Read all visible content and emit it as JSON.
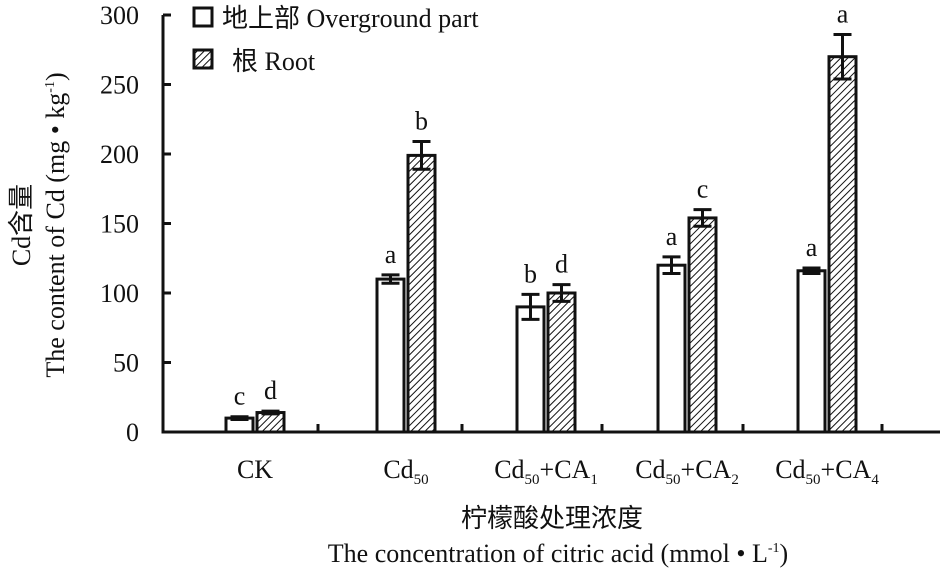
{
  "chart_data": {
    "type": "bar",
    "title": "",
    "categories": [
      {
        "base": "CK",
        "sub": "",
        "suffix": "",
        "suffix_sub": ""
      },
      {
        "base": "Cd",
        "sub": "50",
        "suffix": "",
        "suffix_sub": ""
      },
      {
        "base": "Cd",
        "sub": "50",
        "suffix": "+CA",
        "suffix_sub": "1"
      },
      {
        "base": "Cd",
        "sub": "50",
        "suffix": "+CA",
        "suffix_sub": "2"
      },
      {
        "base": "Cd",
        "sub": "50",
        "suffix": "+CA",
        "suffix_sub": "4"
      }
    ],
    "series": [
      {
        "name": "地上部 Overground part",
        "pattern": "open",
        "values": [
          10,
          110,
          90,
          120,
          116
        ],
        "errors": [
          1,
          3,
          9,
          6,
          2
        ],
        "letters": [
          "c",
          "a",
          "b",
          "a",
          "a"
        ]
      },
      {
        "name": "根 Root",
        "pattern": "hatched",
        "values": [
          14,
          199,
          100,
          154,
          270
        ],
        "errors": [
          1,
          10,
          6,
          6,
          16
        ],
        "letters": [
          "d",
          "b",
          "d",
          "c",
          "a"
        ]
      }
    ],
    "ylabel_cn": "Cd含量",
    "ylabel_en": "The content of Cd (mg • kg",
    "ylabel_en_sup": "-1",
    "ylabel_en_end": ")",
    "xlabel_cn": "柠檬酸处理浓度",
    "xlabel_en": "The concentration of citric acid (mmol • L",
    "xlabel_en_sup": "-1",
    "xlabel_en_end": ")",
    "ylim": [
      0,
      300
    ],
    "yticks": [
      0,
      50,
      100,
      150,
      200,
      250,
      300
    ],
    "grid": false,
    "legend_position": "top-left"
  }
}
